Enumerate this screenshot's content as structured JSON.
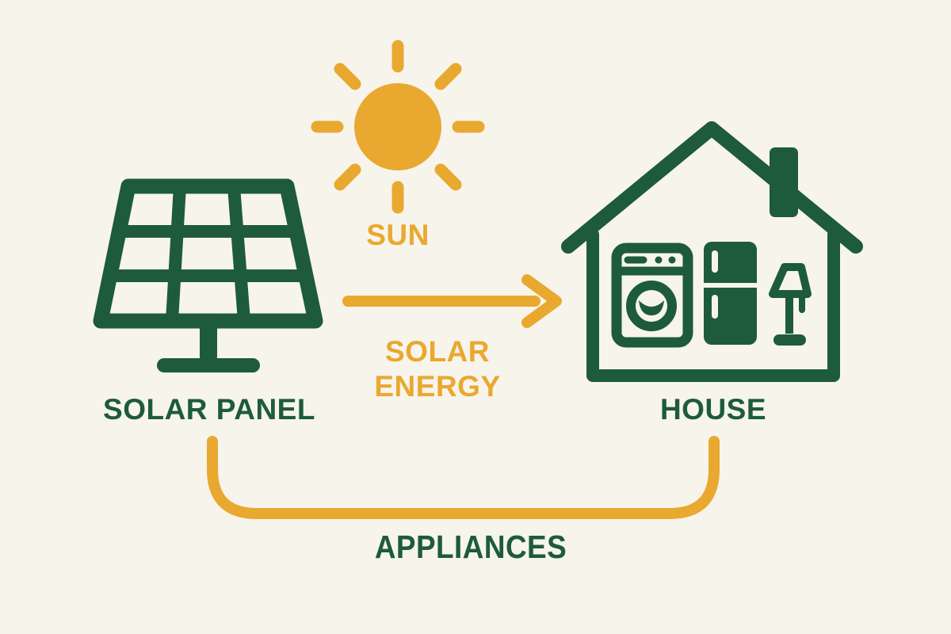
{
  "colors": {
    "background": "#F7F4EC",
    "green": "#1D5B3B",
    "yellow": "#E9A82F"
  },
  "diagram": {
    "labels": {
      "sun": "SUN",
      "solar_panel": "SOLAR PANEL",
      "solar_energy_line1": "SOLAR",
      "solar_energy_line2": "ENERGY",
      "house": "HOUSE",
      "appliances": "APPLIANCES"
    },
    "icons": {
      "sun": "sun-icon",
      "solar_panel": "solar-panel-icon",
      "arrow": "arrow-right-icon",
      "house": "house-icon",
      "washing_machine": "washing-machine-icon",
      "refrigerator": "refrigerator-icon",
      "lamp": "lamp-icon",
      "connector": "u-curve-connector"
    }
  }
}
